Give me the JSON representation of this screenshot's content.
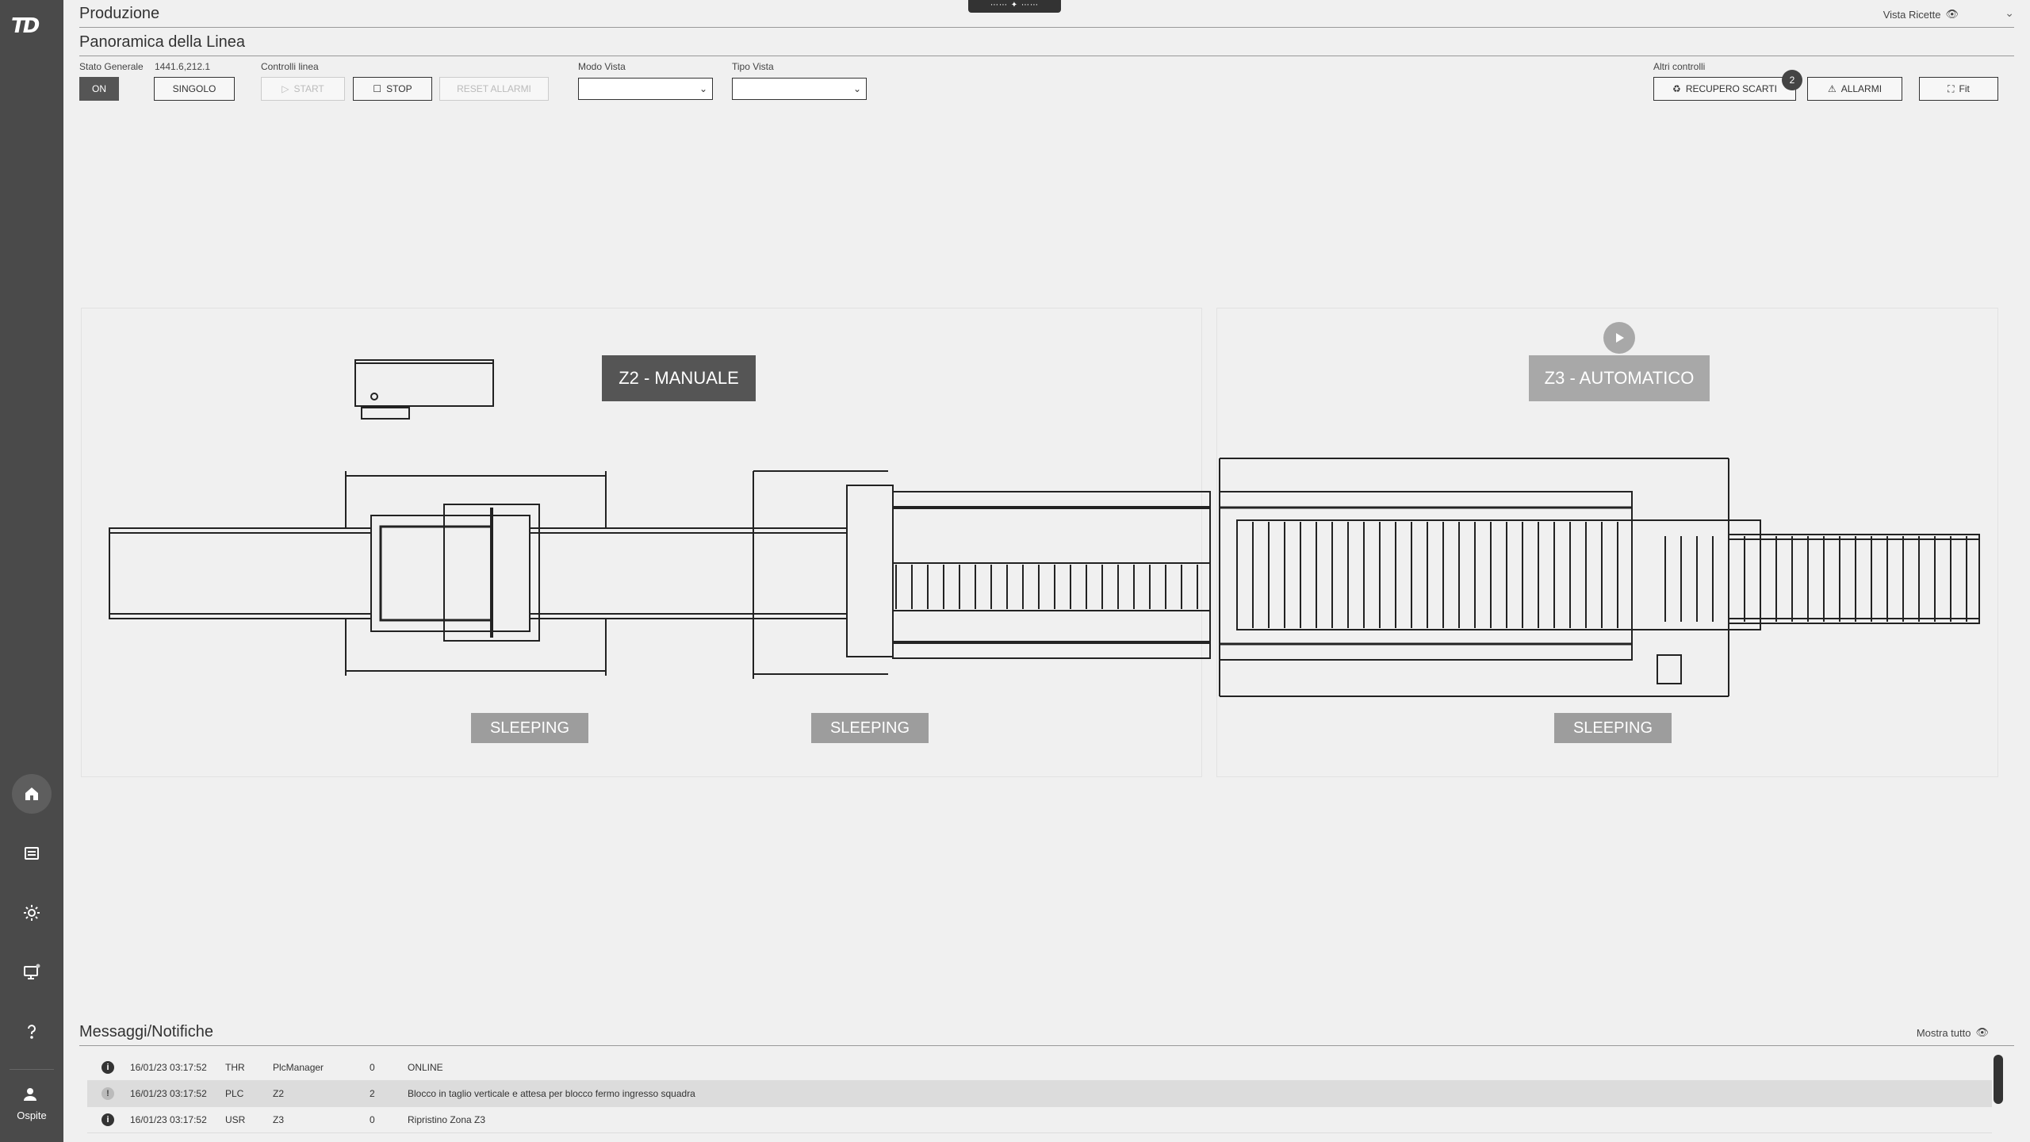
{
  "header": {
    "title": "Produzione",
    "vista_ricette": "Vista Ricette",
    "section_title": "Panoramica della Linea"
  },
  "controls": {
    "stato_generale_label": "Stato Generale",
    "stato_generale_value": "1441.6,212.1",
    "on_label": "ON",
    "singolo_label": "SINGOLO",
    "controlli_linea_label": "Controlli linea",
    "start_label": "START",
    "stop_label": "STOP",
    "reset_label": "RESET ALLARMI",
    "modo_vista_label": "Modo Vista",
    "modo_vista_value": "",
    "tipo_vista_label": "Tipo Vista",
    "tipo_vista_value": "",
    "altri_controlli_label": "Altri controlli",
    "recupero_label": "RECUPERO SCARTI",
    "recupero_badge": "2",
    "allarmi_label": "ALLARMI",
    "fit_label": "Fit"
  },
  "diagram": {
    "zone2_label": "Z2 - MANUALE",
    "zone3_label": "Z3 - AUTOMATICO",
    "status_1": "SLEEPING",
    "status_2": "SLEEPING",
    "status_3": "SLEEPING"
  },
  "sidebar": {
    "user_label": "Ospite"
  },
  "messages": {
    "title": "Messaggi/Notifiche",
    "show_all": "Mostra tutto",
    "rows": [
      {
        "icon": "i",
        "date": "16/01/23 03:17:52",
        "source": "THR",
        "module": "PlcManager",
        "code": "0",
        "text": "ONLINE"
      },
      {
        "icon": "!",
        "date": "16/01/23 03:17:52",
        "source": "PLC",
        "module": "Z2",
        "code": "2",
        "text": "Blocco in taglio verticale e attesa per blocco fermo ingresso squadra"
      },
      {
        "icon": "i",
        "date": "16/01/23 03:17:52",
        "source": "USR",
        "module": "Z3",
        "code": "0",
        "text": "Ripristino Zona Z3"
      }
    ]
  }
}
